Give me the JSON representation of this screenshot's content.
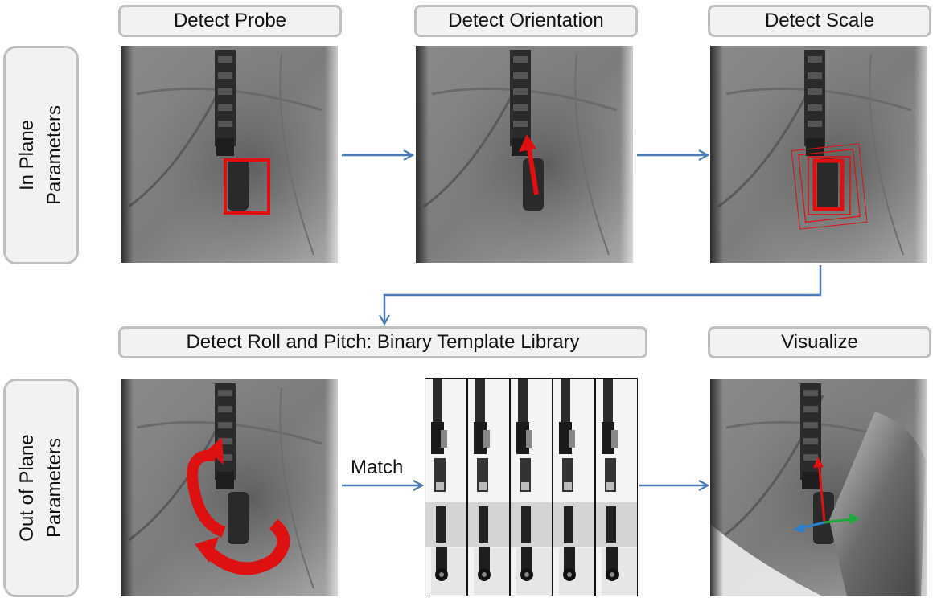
{
  "steps": {
    "detect_probe": "Detect Probe",
    "detect_orientation": "Detect Orientation",
    "detect_scale": "Detect Scale",
    "detect_roll_pitch": "Detect Roll and Pitch: Binary Template Library",
    "visualize": "Visualize"
  },
  "rows": {
    "in_plane_line1": "In Plane",
    "in_plane_line2": "Parameters",
    "out_plane_line1": "Out of Plane",
    "out_plane_line2": "Parameters"
  },
  "match_label": "Match",
  "colors": {
    "arrow": "#4a7ab5",
    "box_fill": "#f2f2f2",
    "box_border": "#bfbfbf",
    "detection_red": "#e01010"
  }
}
